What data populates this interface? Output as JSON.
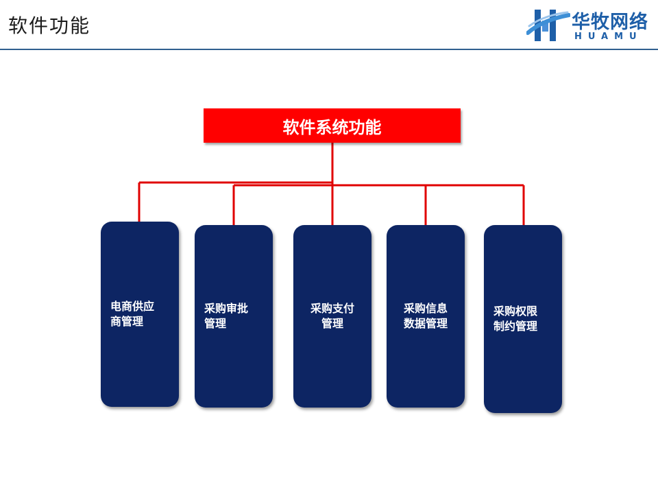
{
  "slide": {
    "title": "软件功能"
  },
  "logo": {
    "name": "华牧网络",
    "sub": "HUAMU"
  },
  "diagram": {
    "root": {
      "label": "软件系统功能"
    },
    "children": [
      {
        "label": "电商供应\n商管理"
      },
      {
        "label": "采购审批\n管理"
      },
      {
        "label": "采购支付\n管理"
      },
      {
        "label": "采购信息\n数据管理"
      },
      {
        "label": "采购权限\n制约管理"
      }
    ]
  },
  "colors": {
    "root": "#ff0000",
    "connector": "#e00000",
    "child": "#0d2563",
    "header_rule": "#2f5f8f",
    "logo": "#1e5fa8"
  }
}
